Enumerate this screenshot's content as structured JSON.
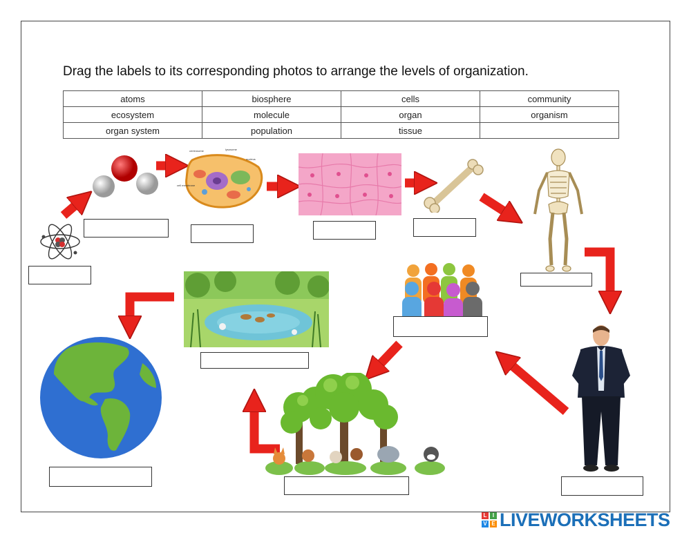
{
  "instruction": "Drag the labels to its corresponding photos to arrange the levels of organization.",
  "word_bank": {
    "rows": [
      [
        "atoms",
        "biosphere",
        "cells",
        "community"
      ],
      [
        "ecosystem",
        "molecule",
        "organ",
        "organism"
      ],
      [
        "organ system",
        "population",
        "tissue",
        ""
      ]
    ]
  },
  "photos": [
    {
      "name": "atom",
      "icon": "atom-icon"
    },
    {
      "name": "water-molecule",
      "icon": "water-molecule-icon"
    },
    {
      "name": "animal-cell",
      "icon": "animal-cell-icon"
    },
    {
      "name": "tissue",
      "icon": "tissue-icon"
    },
    {
      "name": "bone",
      "icon": "bone-icon"
    },
    {
      "name": "skeleton",
      "icon": "skeleton-icon"
    },
    {
      "name": "person",
      "icon": "person-icon"
    },
    {
      "name": "people-group",
      "icon": "people-icon"
    },
    {
      "name": "forest-animals",
      "icon": "forest-icon"
    },
    {
      "name": "pond",
      "icon": "pond-icon"
    },
    {
      "name": "earth",
      "icon": "earth-icon"
    }
  ],
  "colors": {
    "arrow": "#e8231c",
    "tissue": "#f4a6c8",
    "earth_ocean": "#2f6fd1",
    "earth_land": "#6db43a",
    "brand": "#1b6fb8"
  },
  "brand": {
    "text": "LIVEWORKSHEETS",
    "tiles": [
      "L",
      "I",
      "V",
      "E"
    ],
    "tile_colors": [
      "#e53935",
      "#43a047",
      "#1e88e5",
      "#fb8c00"
    ]
  }
}
